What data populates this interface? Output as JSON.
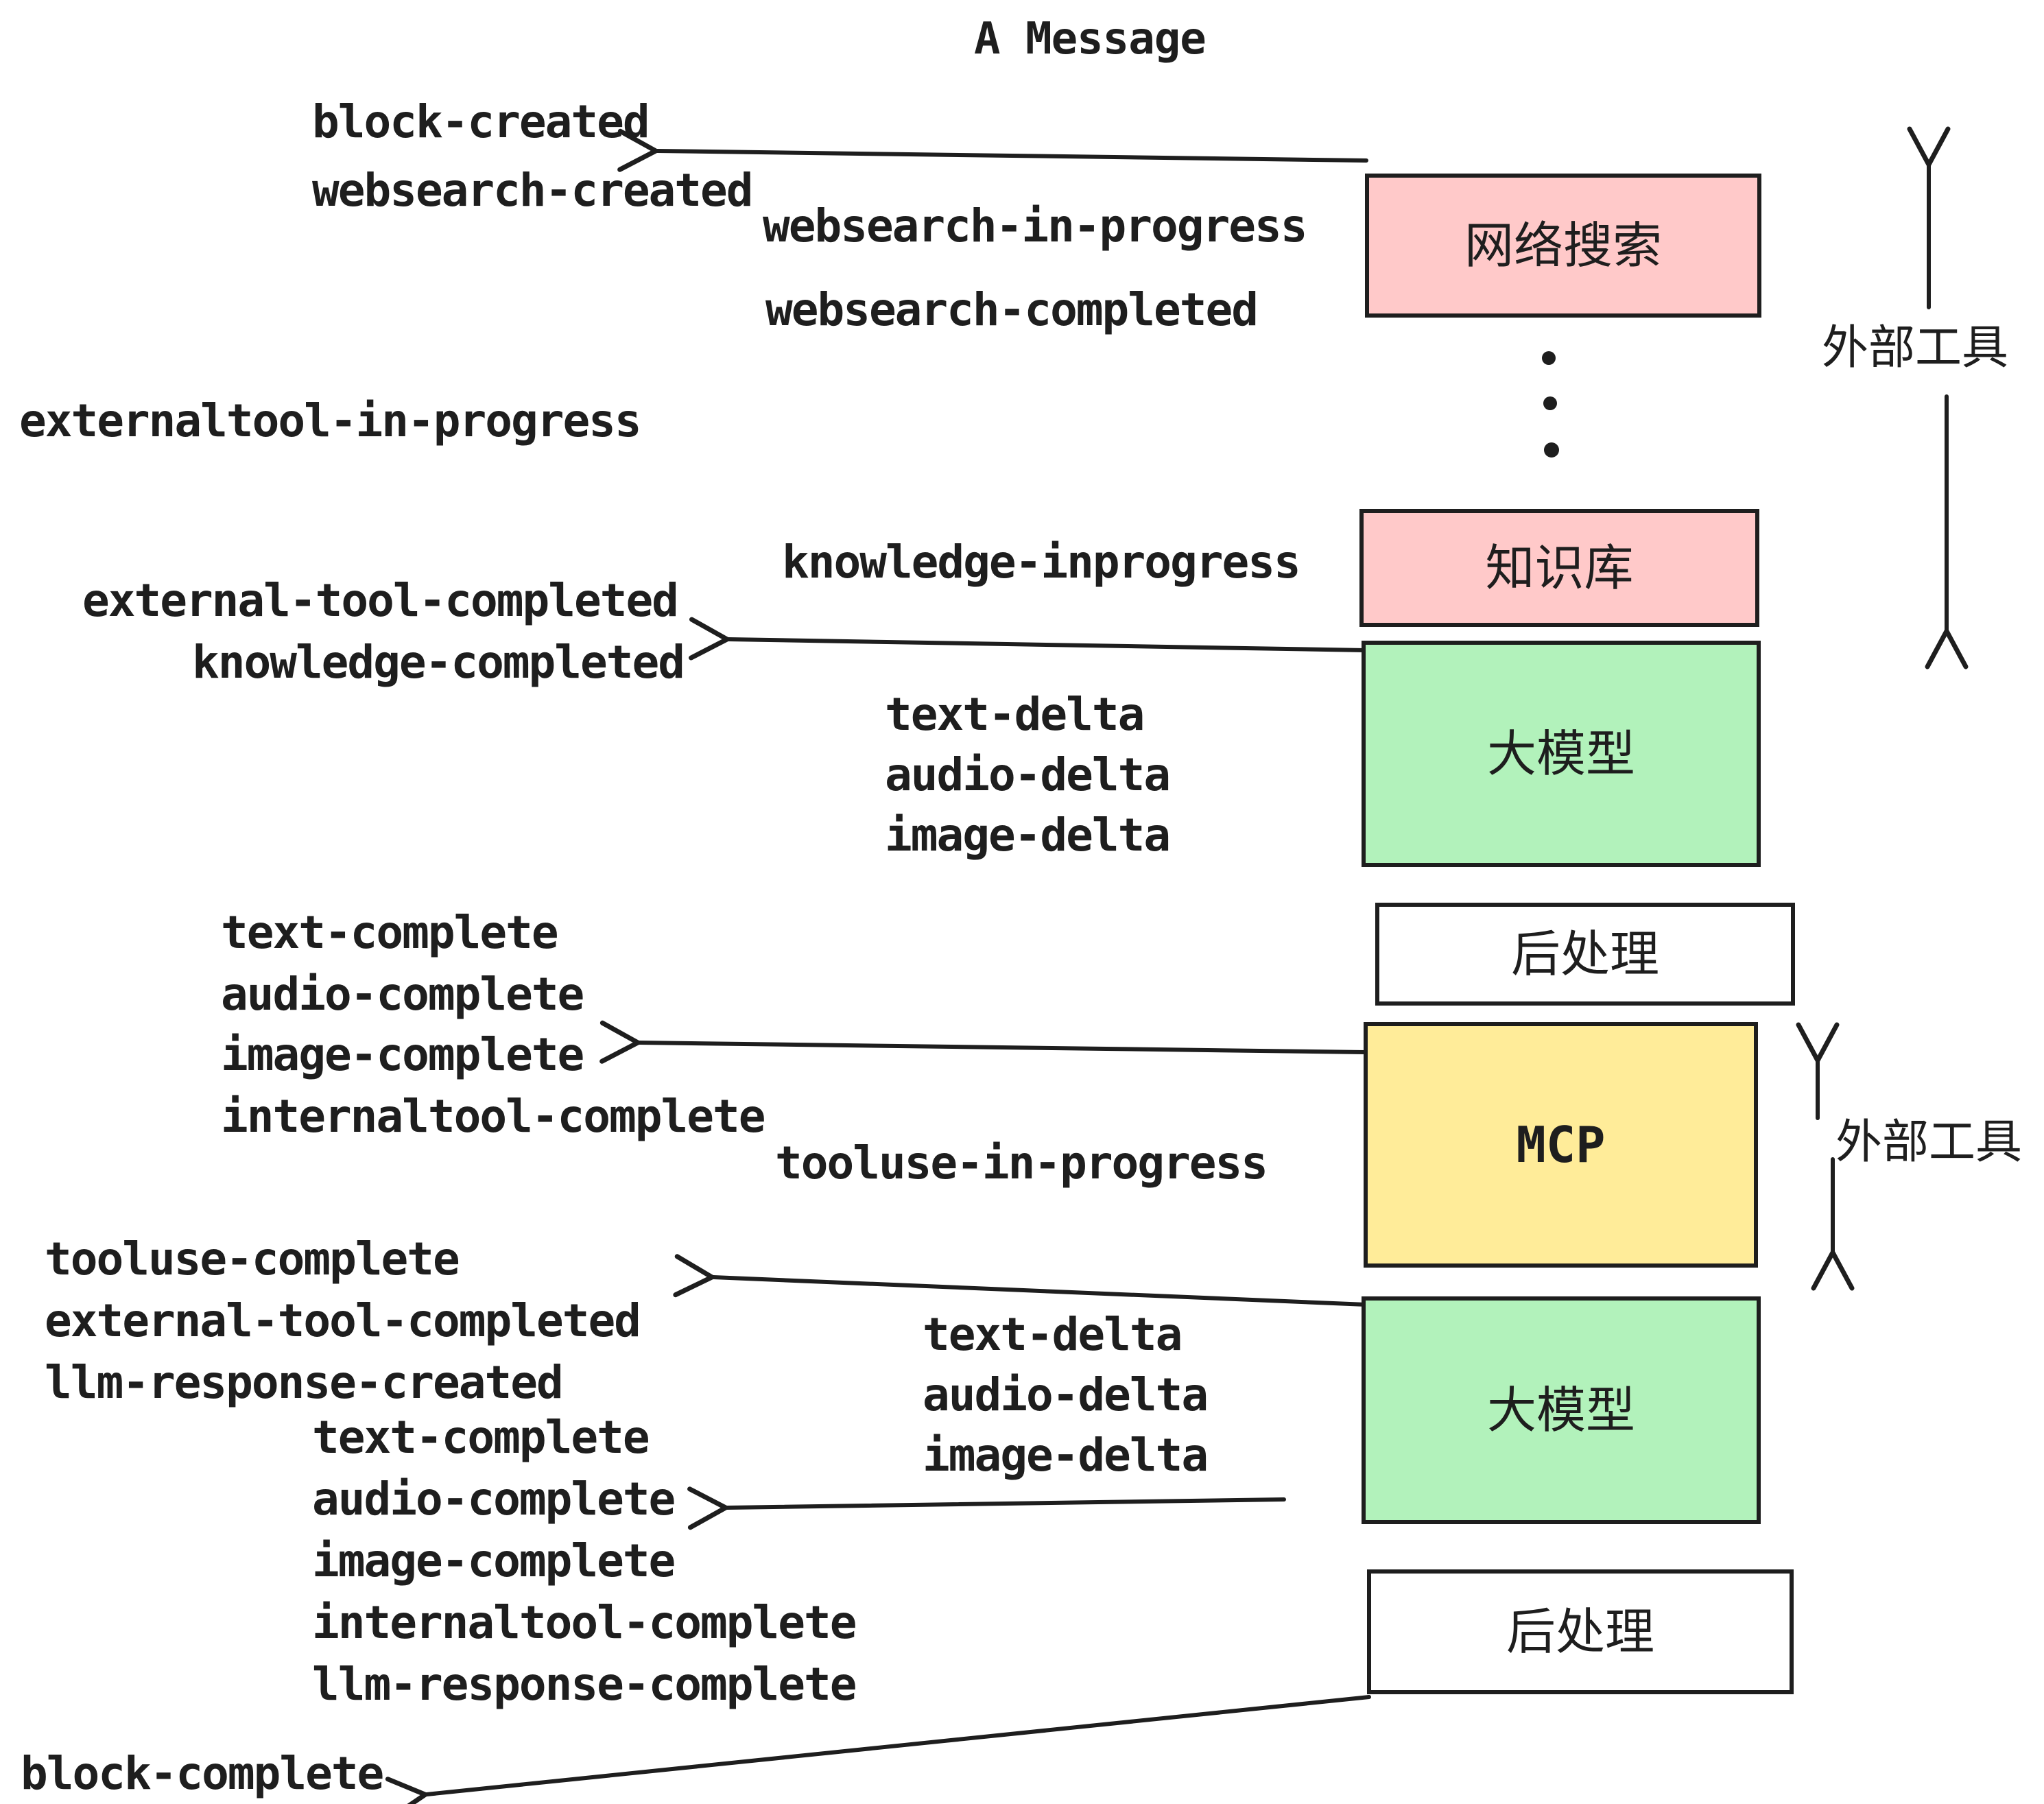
{
  "title": "A Message",
  "boxes": {
    "websearch": {
      "label": "网络搜索",
      "fill": "#ffc9c9"
    },
    "knowledge": {
      "label": "知识库",
      "fill": "#ffc9c9"
    },
    "llm1": {
      "label": "大模型",
      "fill": "#b2f2bb"
    },
    "post1": {
      "label": "后处理",
      "fill": "#ffffff"
    },
    "mcp": {
      "label": "MCP",
      "fill": "#ffec99"
    },
    "llm2": {
      "label": "大模型",
      "fill": "#b2f2bb"
    },
    "post2": {
      "label": "后处理",
      "fill": "#ffffff"
    }
  },
  "side_labels": {
    "external_tools_top": "外部工具",
    "external_tools_mcp": "外部工具"
  },
  "events": {
    "block_created": "block-created",
    "websearch_created": "websearch-created",
    "websearch_in_progress": "websearch-in-progress",
    "websearch_completed": "websearch-completed",
    "externaltool_in_progress": "externaltool-in-progress",
    "knowledge_inprogress": "knowledge-inprogress",
    "external_tool_completed": "external-tool-completed",
    "knowledge_completed": "knowledge-completed",
    "text_delta": "text-delta",
    "audio_delta": "audio-delta",
    "image_delta": "image-delta",
    "text_complete": "text-complete",
    "audio_complete": "audio-complete",
    "image_complete": "image-complete",
    "internaltool_complete": "internaltool-complete",
    "tooluse_in_progress": "tooluse-in-progress",
    "tooluse_complete": "tooluse-complete",
    "external_tool_completed_2": "external-tool-completed",
    "llm_response_created": "llm-response-created",
    "text_complete_2": "text-complete",
    "audio_complete_2": "audio-complete",
    "image_complete_2": "image-complete",
    "internaltool_complete_2": "internaltool-complete",
    "llm_response_complete": "llm-response-complete",
    "block_complete": "block-complete",
    "text_delta_2": "text-delta",
    "audio_delta_2": "audio-delta",
    "image_delta_2": "image-delta"
  },
  "colors": {
    "stroke": "#1e1e1e",
    "pink": "#ffc9c9",
    "green": "#b2f2bb",
    "yellow": "#ffec99",
    "white": "#ffffff"
  }
}
